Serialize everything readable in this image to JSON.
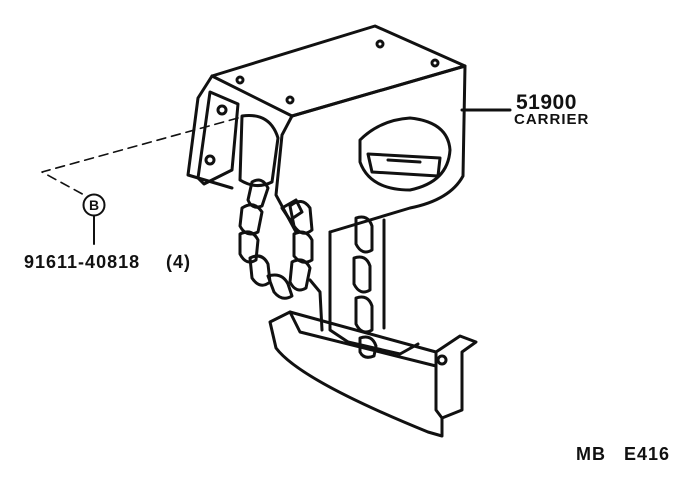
{
  "diagram": {
    "part_main": {
      "number": "51900",
      "name": "CARRIER"
    },
    "fastener": {
      "callout": "B",
      "number": "91611-40818",
      "qty": "(4)"
    },
    "figure_code": {
      "series": "MB",
      "id": "E416"
    }
  }
}
